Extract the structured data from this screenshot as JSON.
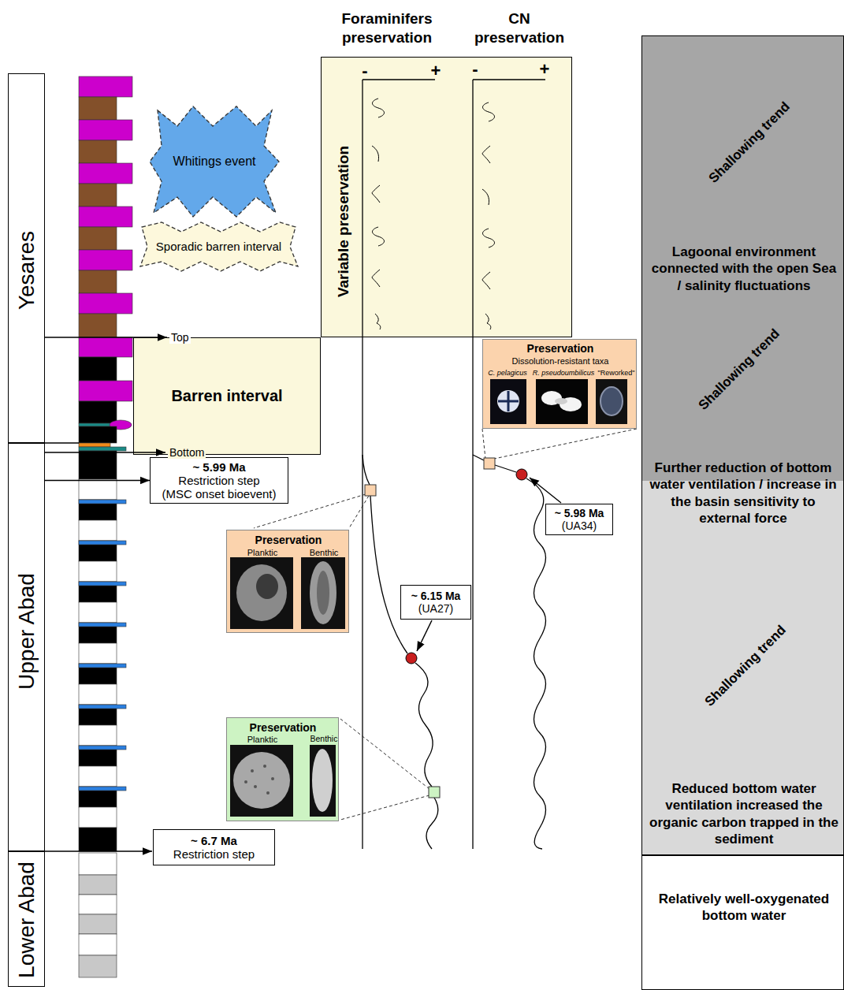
{
  "diagram": {
    "nodes": [
      {
        "text": [
          "Yesares"
        ]
      },
      {
        "text": [
          "Whitings event"
        ]
      },
      {
        "text": [
          "Sporadic barren interval"
        ]
      },
      {
        "text": [
          "Variable preservation"
        ]
      },
      {
        "text": [
          "Barren interval"
        ]
      },
      {
        "text": [
          "Preservation",
          "Dissolution-resistant taxa",
          "C. pelagicus",
          "R. pseudoumbilicus",
          "\"Reworked\""
        ]
      },
      {
        "text": [
          "Upper Abad"
        ]
      },
      {
        "text": [
          "~ 5.99 Ma",
          "Restriction step",
          "(MSC onset bioevent)"
        ]
      },
      {
        "text": [
          "~ 5.98 Ma",
          "(UA34)"
        ]
      },
      {
        "text": [
          "Preservation",
          "Planktic",
          "Benthic"
        ]
      },
      {
        "text": [
          "~ 6.15 Ma",
          "(UA27)"
        ]
      },
      {
        "text": [
          "Preservation",
          "Planktic",
          "Benthic"
        ]
      },
      {
        "text": [
          "~ 6.7 Ma",
          "Restriction step"
        ]
      },
      {
        "text": [
          "Lower Abad"
        ]
      },
      {
        "text": [
          "Shallowing trend",
          "Lagoonal environment connected with the open Sea / salinity fluctuations",
          "Shallowing trend"
        ]
      },
      {
        "text": [
          "Shallowing trend",
          "Reduced bottom water ventilation increased the organic carbon trapped in the sediment"
        ]
      },
      {
        "text": [
          "Relatively well-oxygenated bottom water"
        ]
      }
    ],
    "edges": [
      {
        "from": 6,
        "to": 7,
        "arrow": "to"
      }
    ],
    "labels": [
      "Foraminifers preservation",
      "CN preservation",
      "-",
      "+",
      "-",
      "+",
      "Top",
      "Bottom",
      "Further reduction of bottom water ventilation / increase in the basin sensitivity to external force"
    ]
  }
}
